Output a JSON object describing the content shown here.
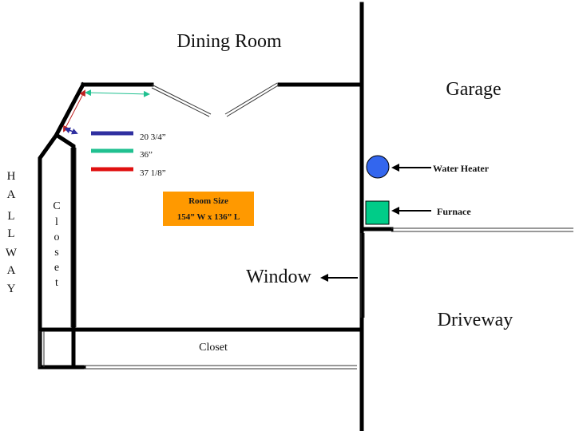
{
  "rooms": {
    "dining": "Dining Room",
    "garage": "Garage",
    "driveway": "Driveway",
    "window": "Window",
    "closet_bottom": "Closet",
    "hallway_letters": [
      "H",
      "A",
      "L",
      "L",
      "W",
      "A",
      "Y"
    ],
    "closet_letters": [
      "C",
      "l",
      "o",
      "s",
      "e",
      "t"
    ]
  },
  "legend": [
    {
      "label": "20 3/4”",
      "color": "#3030a0"
    },
    {
      "label": "36”",
      "color": "#20c090"
    },
    {
      "label": "37 1/8”",
      "color": "#e01010"
    }
  ],
  "room_size": {
    "title": "Room Size",
    "dims": "154” W x 136” L",
    "color": "#ff9900"
  },
  "fixtures": {
    "water_heater": {
      "label": "Water Heater",
      "color": "#3366ee"
    },
    "furnace": {
      "label": "Furnace",
      "color": "#00cc88"
    }
  }
}
